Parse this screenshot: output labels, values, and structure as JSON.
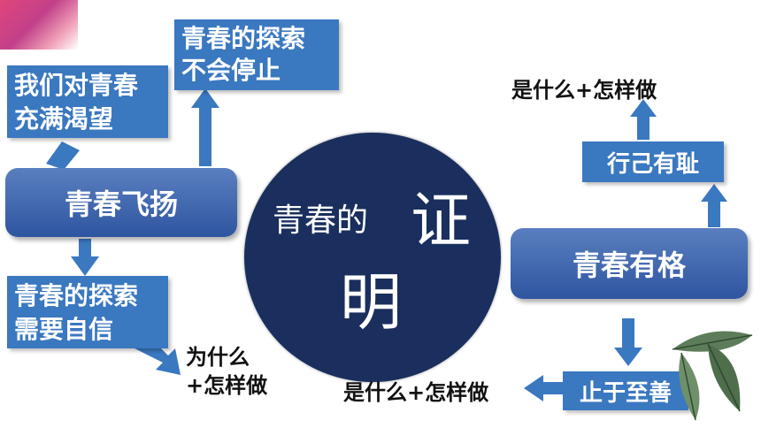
{
  "center": {
    "line1": "青春的",
    "big1": "证",
    "big2": "明"
  },
  "left": {
    "main": "青春飞扬",
    "top_left_box": [
      "我们对青春",
      "充满渴望"
    ],
    "top_right_box": [
      "青春的探索",
      "不会停止"
    ],
    "bottom_box": [
      "青春的探索",
      "需要自信"
    ],
    "bottom_note": [
      "为什么",
      "+怎样做"
    ]
  },
  "right": {
    "main": "青春有格",
    "top_box": "行己有耻",
    "top_note": "是什么+怎样做",
    "bottom_box": "止于至善",
    "bottom_note": "是什么+怎样做"
  },
  "colors": {
    "box_blue": "#3a78c0",
    "circle": "#1a2f5e",
    "arrow": "#3a78c0"
  }
}
